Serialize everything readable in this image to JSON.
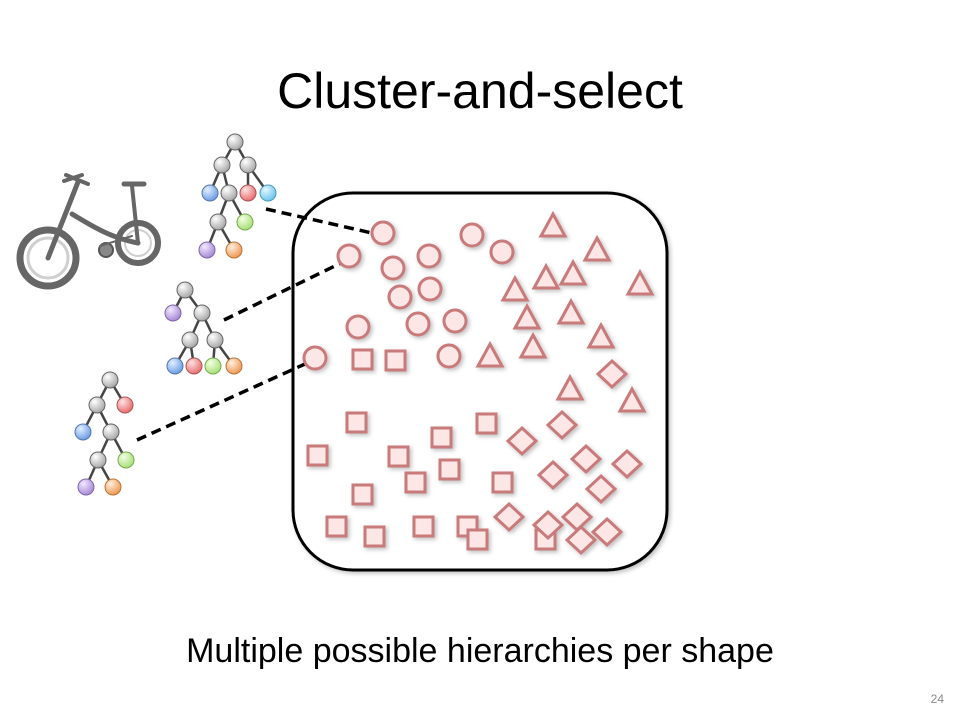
{
  "slide": {
    "title": "Cluster-and-select",
    "caption": "Multiple possible hierarchies per shape",
    "page_number": "24"
  },
  "colors": {
    "shape_fill": "#fde6e6",
    "shape_stroke": "#c97a7a",
    "node_gray": "#c9c9c9",
    "node_blue": "#8fb5ee",
    "node_red": "#ee8f8f",
    "node_teal": "#86d2ee",
    "node_green": "#c3eb9a",
    "node_purple": "#c3a9e0",
    "node_orange": "#f3b27a",
    "connector": "#000000"
  },
  "icons": {
    "bicycle": "bicycle-icon",
    "hierarchy_tree": "hierarchy-tree-icon"
  }
}
